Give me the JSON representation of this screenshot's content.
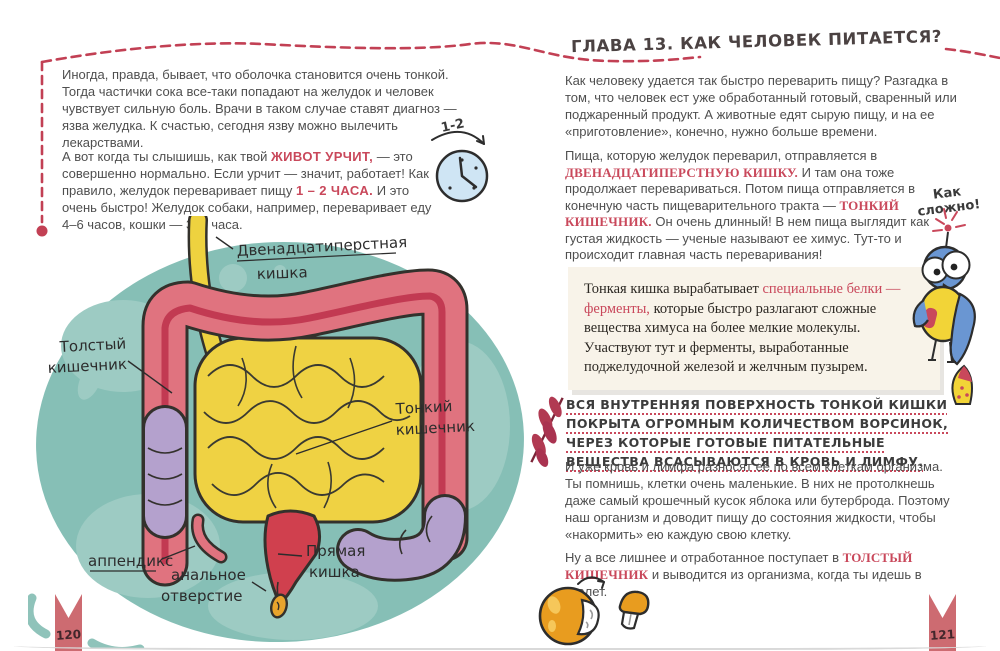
{
  "colors": {
    "accent_red": "#c9485b",
    "dash_red": "#c24054",
    "blob_teal": "#86bfb6",
    "colon_pink": "#e0737f",
    "intestine_yellow": "#efd243",
    "sigmoid_purple": "#b4a1cd",
    "box_background": "#f8f3e9"
  },
  "left_page": {
    "page_number": "120",
    "paragraph1": "Иногда, правда, бывает, что оболочка становится очень тонкой. Тогда частички сока все-таки попадают на желудок и человек чувствует сильную боль. Врачи в таком случае ставят диагноз — язва желудка. К счастью, сегодня язву можно вылечить лекарствами.",
    "paragraph2": [
      {
        "text": "А вот когда ты слышишь, как твой "
      },
      {
        "text": "ЖИВОТ УРЧИТ,"
      },
      {
        "text": " — это совершенно нормально. Если урчит — значит, работает! Как правило, желудок переваривает пищу "
      },
      {
        "text": "1 – 2 ЧАСА."
      },
      {
        "text": " И это очень быстро! Желудок собаки, например, переваривает еду 4–6 часов, кошки — 3–4 часа."
      }
    ],
    "clock_label": "1-2",
    "diagram": {
      "duodenum_line1": "Двенадцатиперстная",
      "duodenum_line2": "кишка",
      "large_intestine_line1": "Толстый",
      "large_intestine_line2": "кишечник",
      "small_intestine_line1": "Тонкий",
      "small_intestine_line2": "кишечник",
      "appendix": "аппендикс",
      "anus_line1": "анальное",
      "anus_line2": "отверстие",
      "rectum_line1": "Прямая",
      "rectum_line2": "кишка"
    }
  },
  "right_page": {
    "page_number": "121",
    "chapter_header": "ГЛАВА 13. КАК ЧЕЛОВЕК ПИТАЕТСЯ?",
    "paragraph1": "Как человеку удается так быстро переварить пищу? Разгадка в том, что человек ест уже обработанный готовый, сваренный или поджаренный продукт. А животные едят сырую пищу, и на ее «приготовление», конечно, нужно больше времени.",
    "paragraph2": [
      {
        "text": "Пища, которую желудок переварил, отправляется в "
      },
      {
        "text": "ДВЕНАДЦАТИПЕРСТНУЮ КИШКУ."
      },
      {
        "text": " И там она тоже продолжает перевариваться. Потом пища отправляется в конечную часть пищеварительного тракта — "
      },
      {
        "text": "ТОНКИЙ КИШЕЧНИК."
      },
      {
        "text": " Он очень длинный! В нем пища выглядит как густая жидкость — ученые называют ее химус. Тут-то и происходит главная часть переваривания!"
      }
    ],
    "margin_note": "Как сложно!",
    "info_box": [
      {
        "text": "Тонкая кишка вырабатывает "
      },
      {
        "text": "специальные белки — ферменты,"
      },
      {
        "text": " которые быстро разлагают сложные вещества химуса на более мелкие молекулы. Участвуют тут и ферменты, выработанные поджелудочной железой и желчным пузырем."
      }
    ],
    "highlight_paragraph": "ВСЯ ВНУТРЕННЯЯ ПОВЕРХНОСТЬ ТОНКОЙ КИШКИ ПОКРЫТА ОГРОМНЫМ КОЛИЧЕСТВОМ ВОРСИНОК, ЧЕРЕЗ КОТОРЫЕ ГОТОВЫЕ ПИТАТЕЛЬНЫЕ ВЕЩЕСТВА ВСАСЫВАЮТСЯ В КРОВЬ И ЛИМФУ.",
    "paragraph3": "И уже кровь и лимфа разносят ее по всем клеткам организма. Ты помнишь, клетки очень маленькие. В них не протолкнешь даже самый крошечный кусок яблока или бутерброда. Поэтому наш организм и доводит пищу до состояния жидкости, чтобы «накормить» ею каждую свою клетку.",
    "paragraph4": [
      {
        "text": "Ну а все лишнее и отработанное поступает в "
      },
      {
        "text": "ТОЛСТЫЙ КИШЕЧНИК"
      },
      {
        "text": " и выводится из организма, когда ты идешь в туалет."
      }
    ]
  }
}
